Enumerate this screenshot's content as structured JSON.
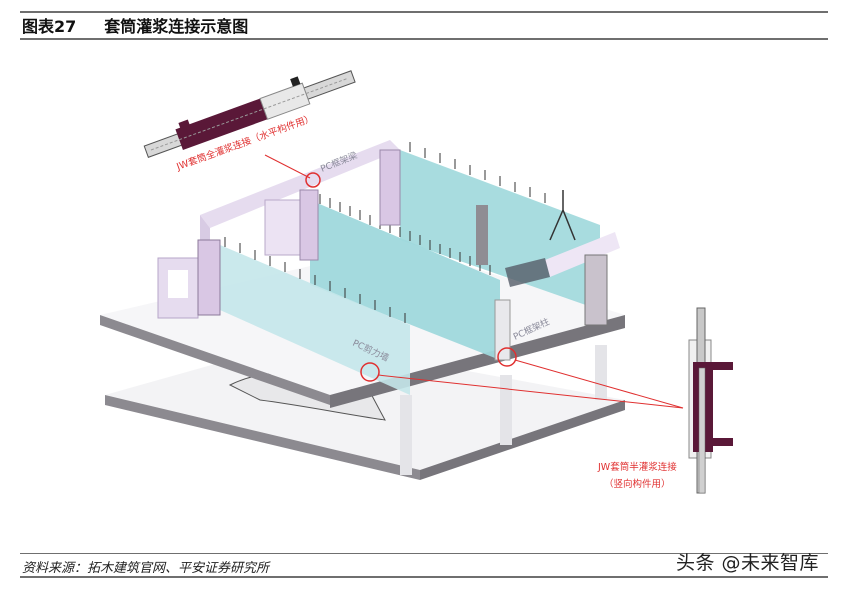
{
  "figure": {
    "number": "图表27",
    "title": "套筒灌浆连接示意图"
  },
  "labels": {
    "horizontal_connection": "JW套筒全灌浆连接（水平构件用）",
    "vertical_connection_line1": "JW套筒半灌浆连接",
    "vertical_connection_line2": "（竖向构件用）",
    "pc_beam": "PC框架梁",
    "pc_column": "PC框架柱",
    "pc_shear_wall": "PC剪力墙"
  },
  "source": "资料来源：拓木建筑官网、平安证券研究所",
  "watermark": "头条 @未来智库",
  "colors": {
    "rule": "#6f6f6f",
    "callout_red": "#e03030",
    "wall_cyan": "#9fd8dc",
    "beam_lilac": "#e6dcef",
    "slab_gray": "#8c8a90",
    "sleeve_maroon": "#5a1838"
  }
}
